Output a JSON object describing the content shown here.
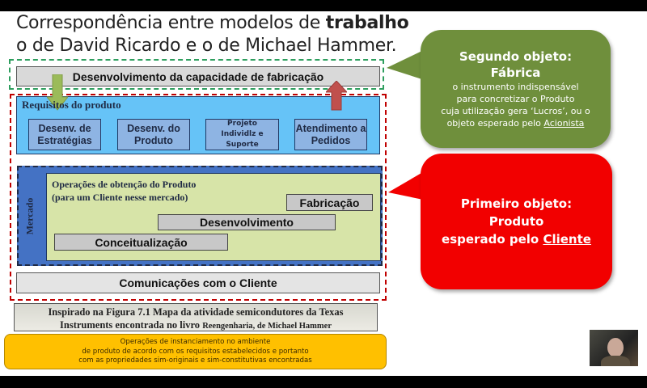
{
  "title": {
    "line1_prefix": "Correspondência entre modelos de ",
    "line1_bold": "trabalho",
    "line2": "o de David Ricardo e o de Michael Hammer."
  },
  "top_bar": "Desenvolvimento da capacidade de fabricação",
  "requisitos": {
    "heading": "Requisitos do produto",
    "items": [
      "Desenv. de Estratégias",
      "Desenv. do Produto",
      "Projeto Individlz e Suporte",
      "Atendimento a Pedidos"
    ]
  },
  "mercado": {
    "side_label": "Mercado",
    "heading_line1": "Operações de obtenção do Produto",
    "heading_line2": "(para um Cliente nesse mercado)",
    "stages": [
      "Fabricação",
      "Desenvolvimento",
      "Conceitualização"
    ]
  },
  "communications_bar": "Comunicações com o Cliente",
  "source_note": {
    "line1": "Inspirado na Figura 7.1 Mapa da atividade semicondutores da Texas",
    "line2_prefix": "Instruments encontrada no livro ",
    "line2_small": "Reengenharia, de Michael Hammer"
  },
  "yellow_note": [
    "Operações de instanciamento no ambiente",
    "de produto de acordo com os requisitos estabelecidos e portanto",
    "com as propriedades sim-originais e sim-constitutivas encontradas"
  ],
  "callout_green": {
    "title1": "Segundo  objeto:",
    "title2": "Fábrica",
    "lines": [
      "o instrumento indispensável",
      "para concretizar o Produto",
      "cuja utilização gera ‘Lucros’, ou o"
    ],
    "last_prefix": "objeto esperado pelo ",
    "last_link": "Acionista"
  },
  "callout_red": {
    "line1": "Primeiro objeto:",
    "line2": "Produto",
    "line3_prefix": "esperado pelo ",
    "line3_link": "Cliente"
  },
  "colors": {
    "green_callout": "#6f8f3c",
    "red_callout": "#f20000",
    "blue": "#66c3f7",
    "mercado_blue": "#4472c4",
    "light_green": "#d7e4a8",
    "yellow": "#ffc000"
  }
}
